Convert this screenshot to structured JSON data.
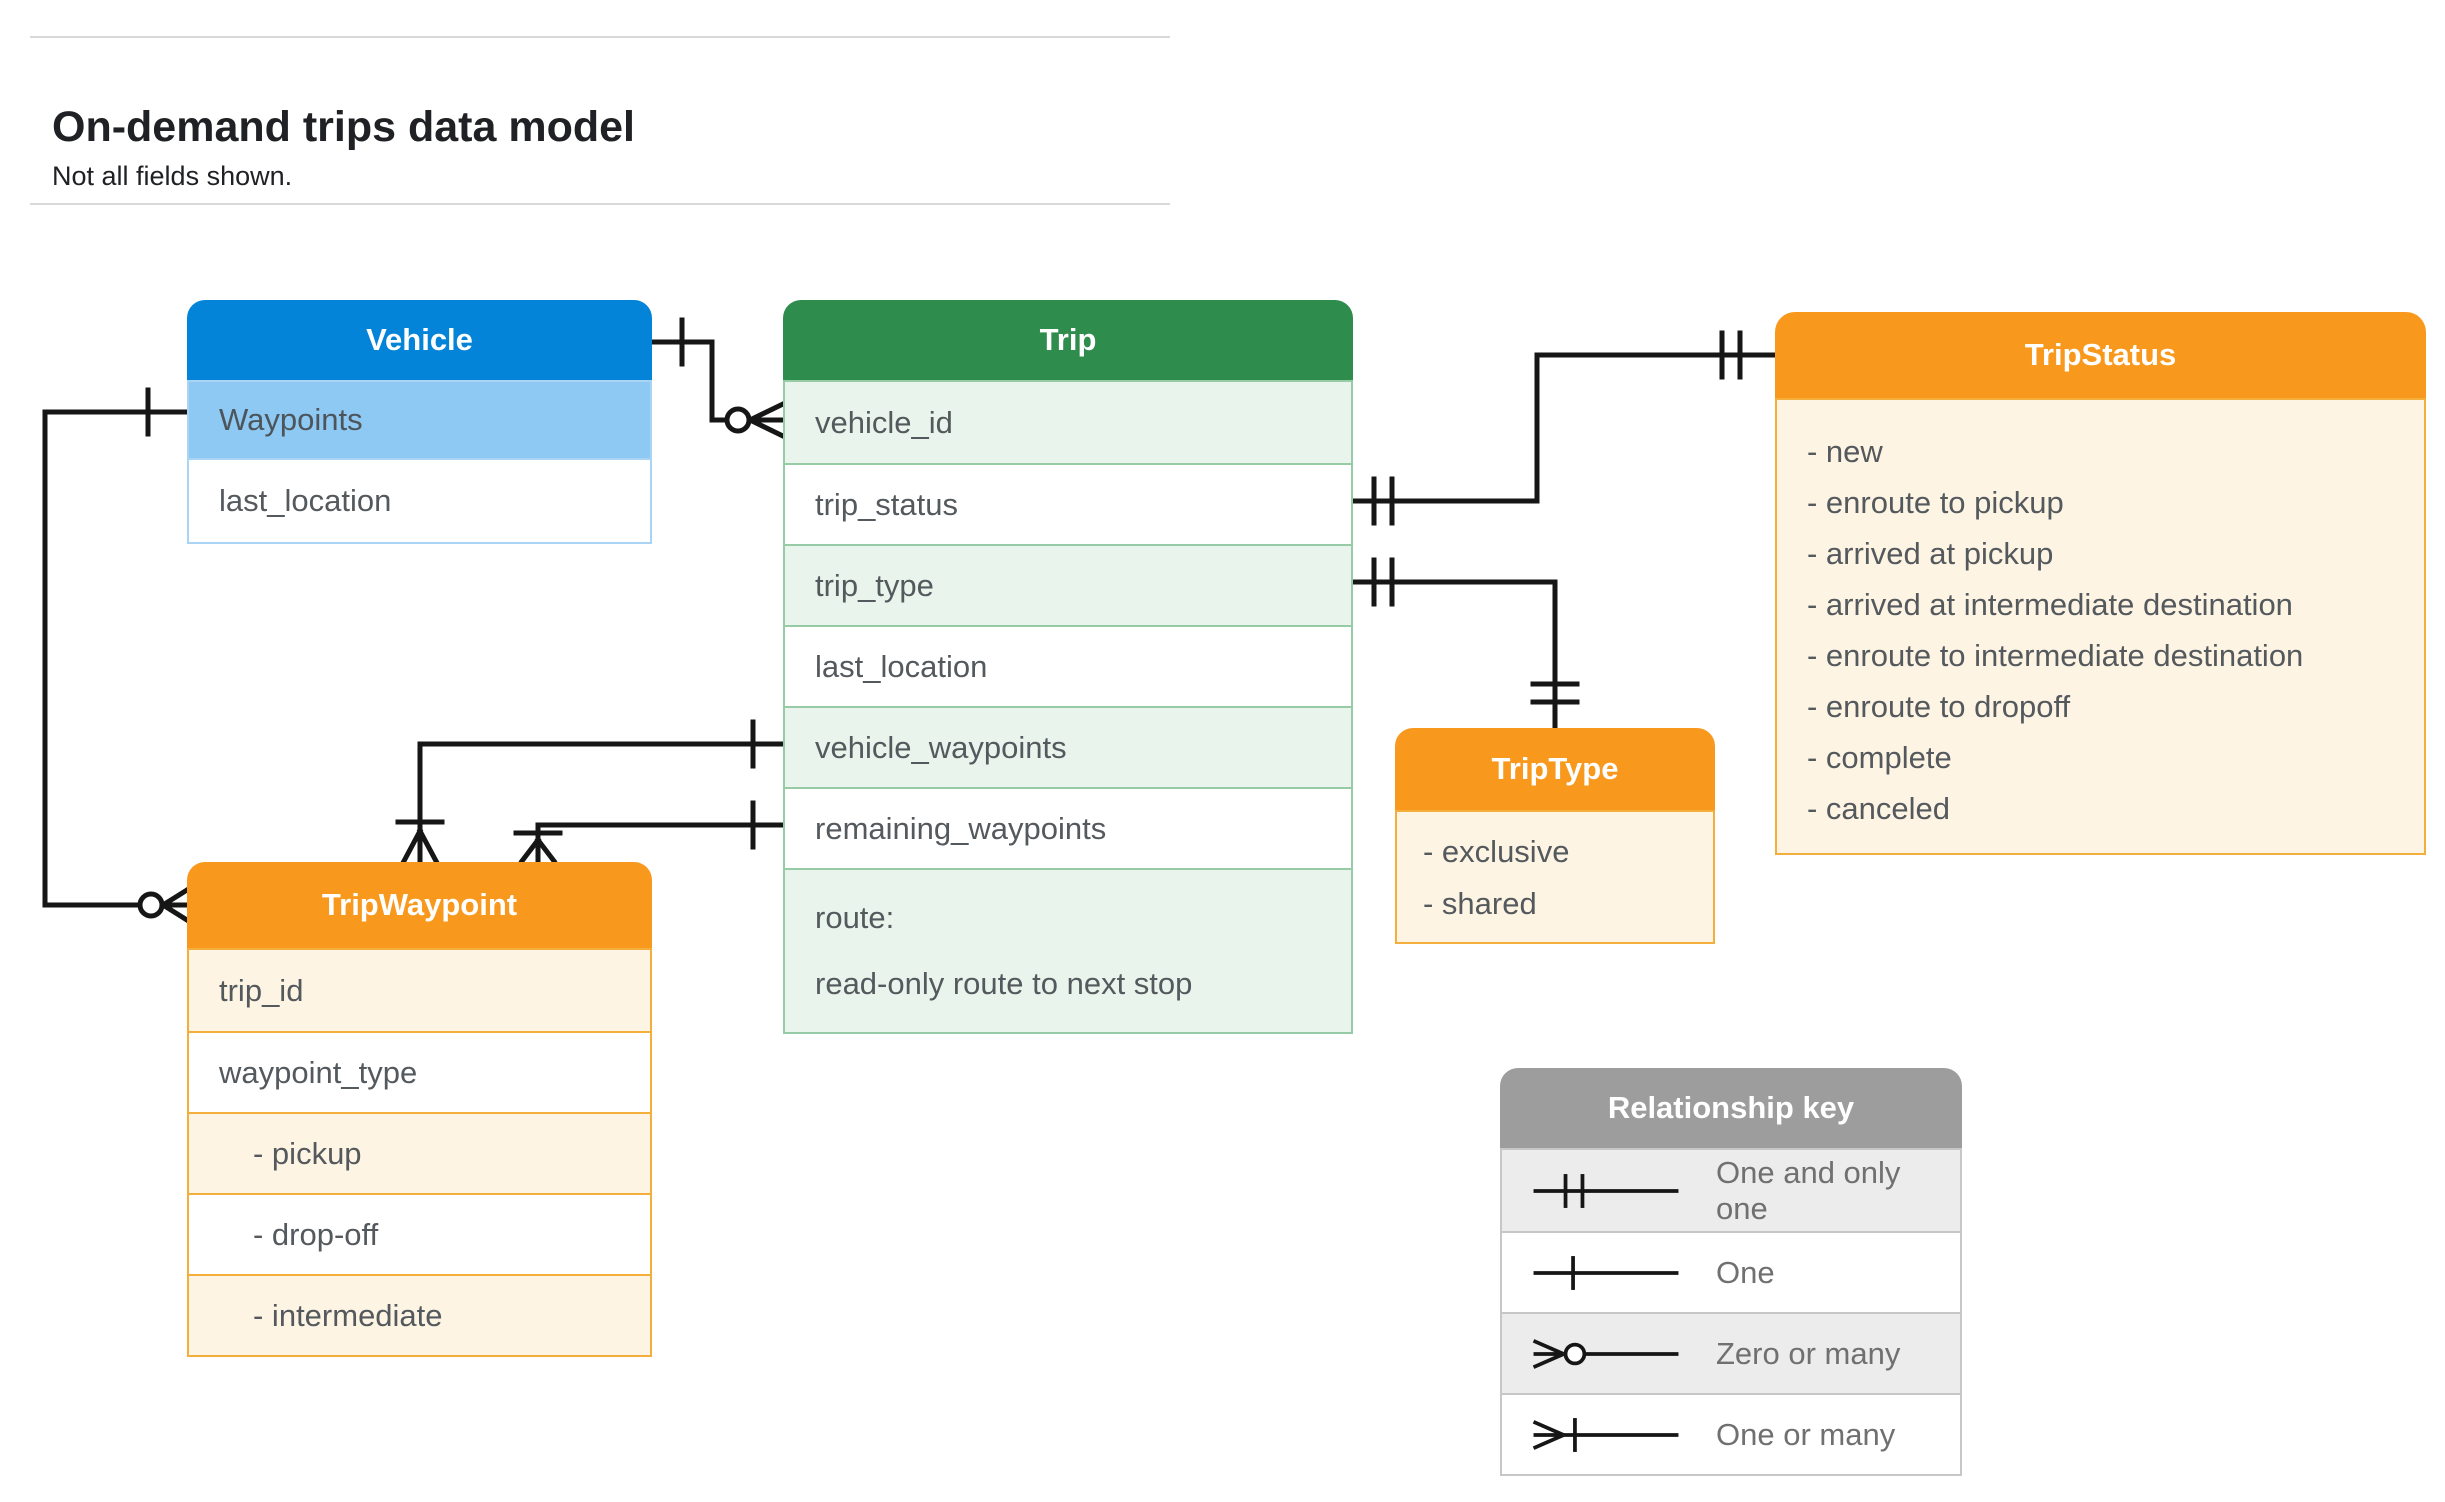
{
  "page": {
    "title": "On-demand trips data model",
    "subtitle": "Not all fields shown."
  },
  "colors": {
    "vehicle_header": "#0484d8",
    "vehicle_highlight": "#8dc9f3",
    "trip_header": "#2e8c4c",
    "trip_row_alt": "#e9f4ec",
    "orange_header": "#f8991d",
    "orange_row_alt": "#fdf4e3",
    "legend_header": "#9d9d9d",
    "legend_row_alt": "#ececec",
    "connector": "#161616"
  },
  "entities": {
    "vehicle": {
      "title": "Vehicle",
      "fields": [
        "Waypoints",
        "last_location"
      ]
    },
    "trip": {
      "title": "Trip",
      "fields": [
        "vehicle_id",
        "trip_status",
        "trip_type",
        "last_location",
        "vehicle_waypoints",
        "remaining_waypoints"
      ],
      "route": [
        "route:",
        "read-only route to next stop"
      ]
    },
    "tripStatus": {
      "title": "TripStatus",
      "values": [
        "- new",
        "- enroute to pickup",
        "- arrived at pickup",
        "- arrived at intermediate destination",
        "- enroute to intermediate destination",
        "- enroute to dropoff",
        "- complete",
        "- canceled"
      ]
    },
    "tripWaypoint": {
      "title": "TripWaypoint",
      "fields": [
        "trip_id",
        "waypoint_type",
        "- pickup",
        "- drop-off",
        "- intermediate"
      ]
    },
    "tripType": {
      "title": "TripType",
      "values": [
        "- exclusive",
        "- shared"
      ]
    }
  },
  "legend": {
    "title": "Relationship key",
    "rows": [
      {
        "symbol": "one-and-only-one",
        "label": "One and only one"
      },
      {
        "symbol": "one",
        "label": "One"
      },
      {
        "symbol": "zero-or-many",
        "label": "Zero or many"
      },
      {
        "symbol": "one-or-many",
        "label": "One or many"
      }
    ]
  }
}
